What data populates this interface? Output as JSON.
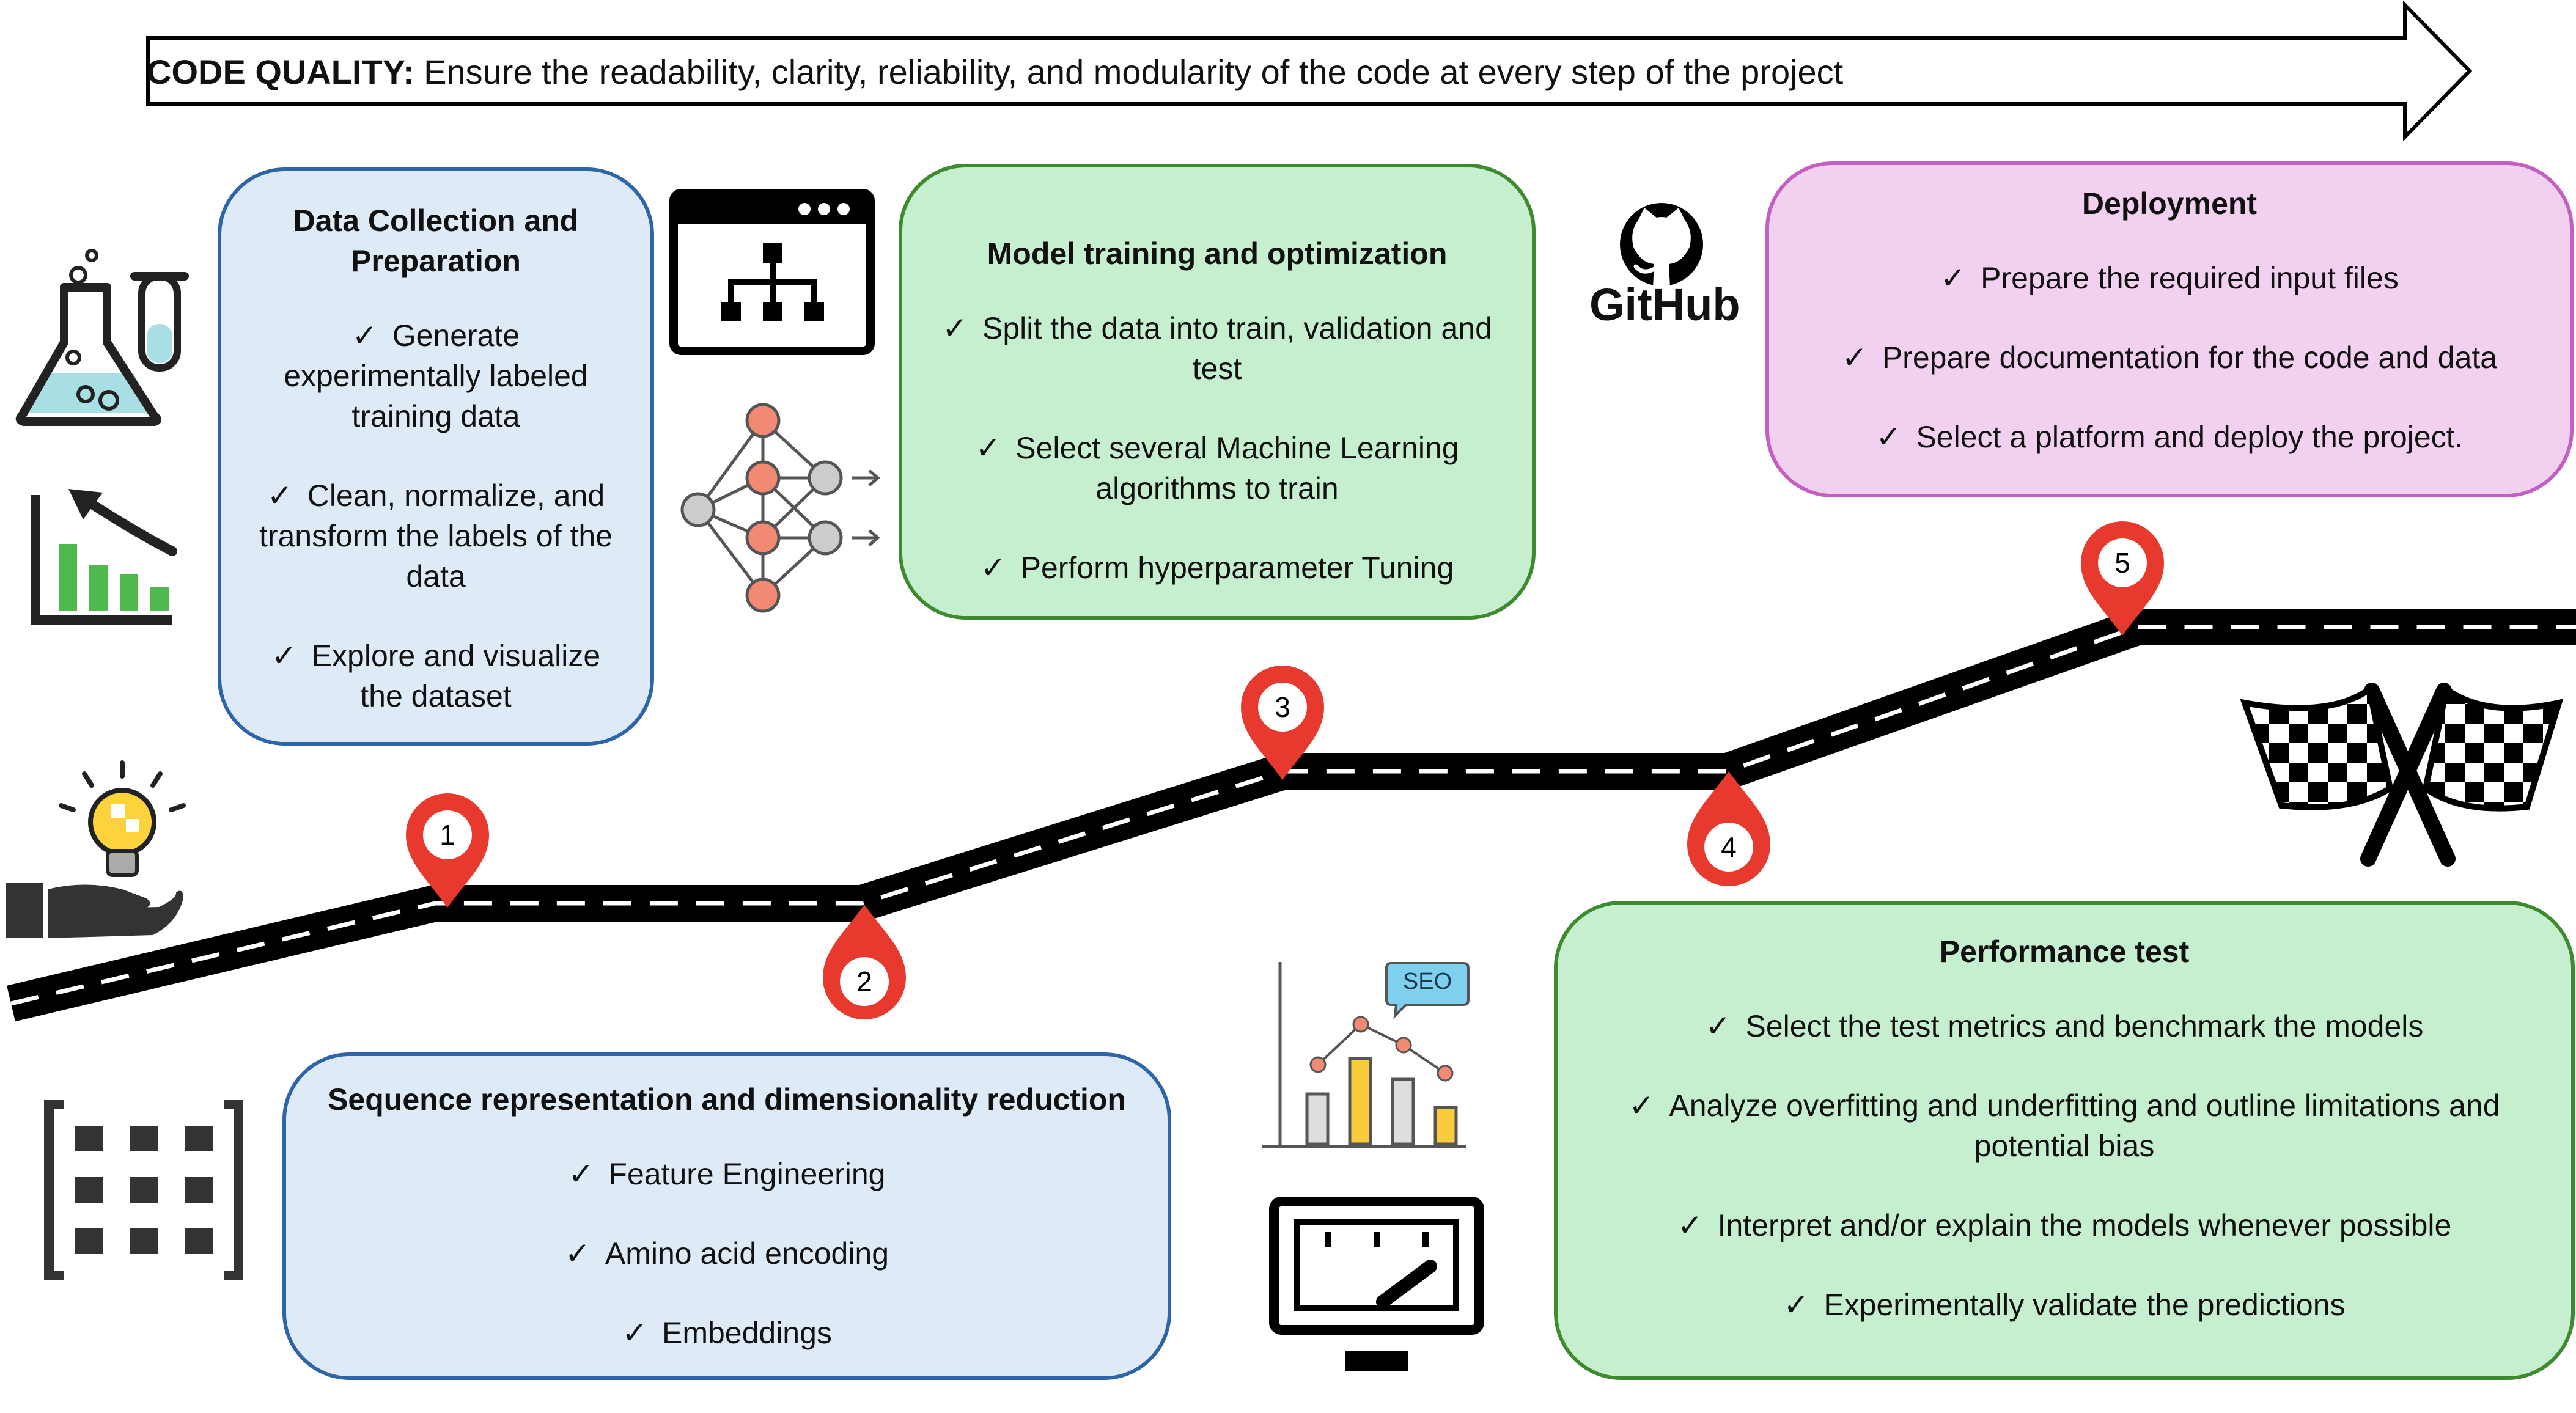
{
  "banner": {
    "label": "CODE QUALITY:",
    "text": " Ensure the readability, clarity, reliability, and modularity of the code at every step of the project"
  },
  "steps": [
    {
      "number": "1",
      "title": "Data Collection and Preparation",
      "items": [
        "Generate experimentally labeled training data",
        "Clean, normalize, and transform the labels of the data",
        "Explore and visualize the dataset"
      ]
    },
    {
      "number": "2",
      "title": "Sequence representation and dimensionality reduction",
      "items": [
        "Feature Engineering",
        "Amino acid encoding",
        "Embeddings"
      ]
    },
    {
      "number": "3",
      "title": "Model training and optimization",
      "items": [
        "Split the data into train, validation and test",
        "Select several Machine Learning algorithms to train",
        "Perform hyperparameter Tuning"
      ]
    },
    {
      "number": "4",
      "title": "Performance test",
      "items": [
        "Select the test metrics and benchmark the models",
        "Analyze overfitting and underfitting and outline limitations and potential bias",
        "Interpret and/or explain the models whenever possible",
        "Experimentally validate the predictions"
      ]
    },
    {
      "number": "5",
      "title": "Deployment",
      "items": [
        "Prepare the required input files",
        "Prepare documentation for the code and data",
        "Select a platform and deploy the project."
      ]
    }
  ],
  "checkmark": "✓",
  "icons": {
    "flask": "lab-flask-icon",
    "decline_chart": "declining-bar-chart-icon",
    "idea": "idea-hand-icon",
    "matrix": "matrix-brackets-icon",
    "hierarchy": "hierarchy-window-icon",
    "network": "neural-network-icon",
    "seo_chart": "seo-chart-icon",
    "gauge": "gauge-monitor-icon",
    "github": "github-icon",
    "flags": "checkered-flags-icon"
  },
  "github_label": "GitHub",
  "seo_label": "SEO",
  "colors": {
    "blue_fill": "#deeaf6",
    "blue_border": "#2e64a8",
    "green_fill": "#c5efcf",
    "green_border": "#3e8a2e",
    "pink_fill": "#f2d0ef",
    "pink_border": "#c45fc2",
    "pin": "#e8392f",
    "road": "#000000"
  }
}
